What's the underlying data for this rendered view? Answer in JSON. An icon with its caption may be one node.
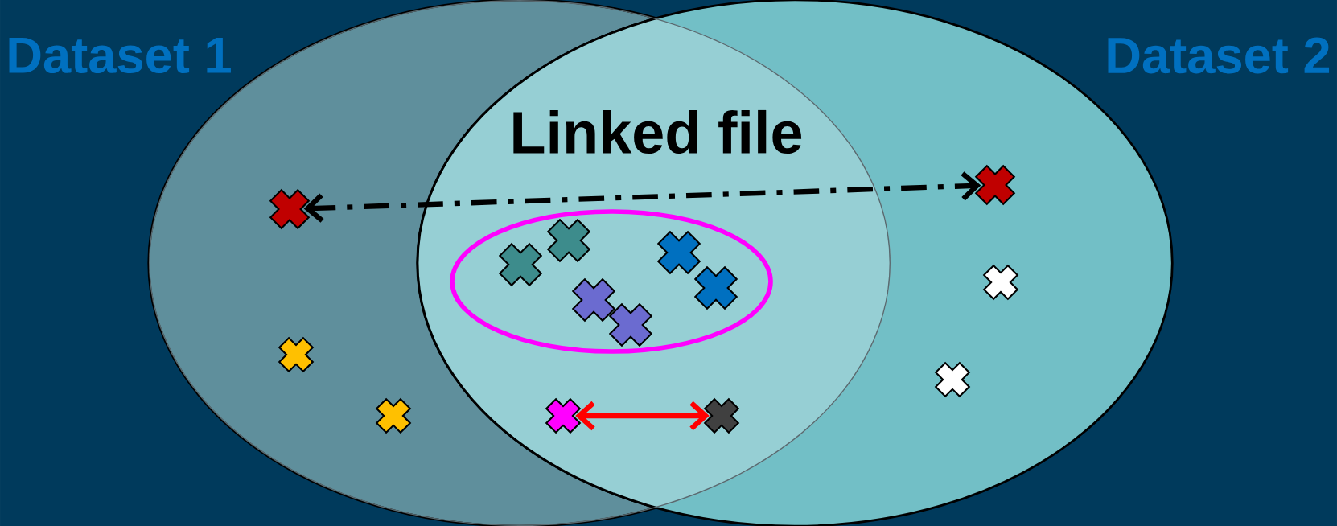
{
  "diagram": {
    "nodes": [
      {
        "text": [
          "Dataset 1"
        ]
      },
      {
        "text": [
          "Dataset 2"
        ]
      },
      {
        "text": [],
        "shape": "cross",
        "in": 0
      },
      {
        "text": [],
        "shape": "cross",
        "in": 1
      },
      {
        "text": [],
        "shape": "cross"
      },
      {
        "text": [],
        "shape": "cross"
      }
    ],
    "edges": [
      {
        "from": 2,
        "to": 3,
        "arrow": "both",
        "style": "dashed"
      },
      {
        "from": 4,
        "to": 5,
        "arrow": "both",
        "color": "#ff0000"
      }
    ],
    "labels": [
      "Linked file"
    ]
  }
}
